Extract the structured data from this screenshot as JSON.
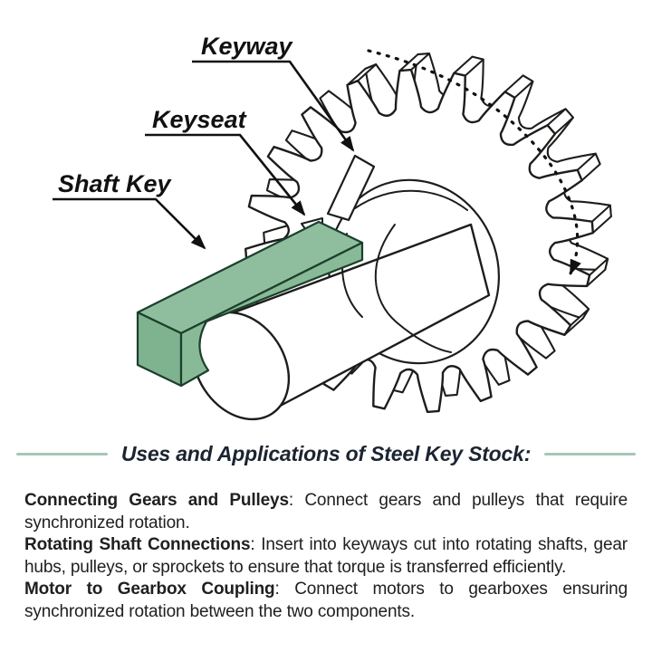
{
  "diagram": {
    "labels": {
      "keyway": "Keyway",
      "keyseat": "Keyseat",
      "shaft_key": "Shaft Key"
    },
    "key_colors": {
      "top": "#8fbe9e",
      "side": "#7fb28f",
      "front": "#88ba97",
      "outline": "#1c3f2c"
    },
    "line_color": "#1d1d1b",
    "rotation_arrow": "dashed-clockwise"
  },
  "section": {
    "title": "Uses and Applications of Steel Key Stock:",
    "divider_color": "#a9c6b6"
  },
  "paragraphs": [
    {
      "lead": "Connecting Gears and Pulleys",
      "rest": ": Connect gears and pulleys that require synchronized rotation."
    },
    {
      "lead": "Rotating Shaft Connections",
      "rest": ": Insert into keyways cut into rotating shafts, gear hubs, pulleys, or sprockets to ensure that torque is transferred efficiently."
    },
    {
      "lead": "Motor to Gearbox Coupling",
      "rest": ": Connect motors to gearboxes ensuring synchronized rotation between the two components."
    }
  ]
}
